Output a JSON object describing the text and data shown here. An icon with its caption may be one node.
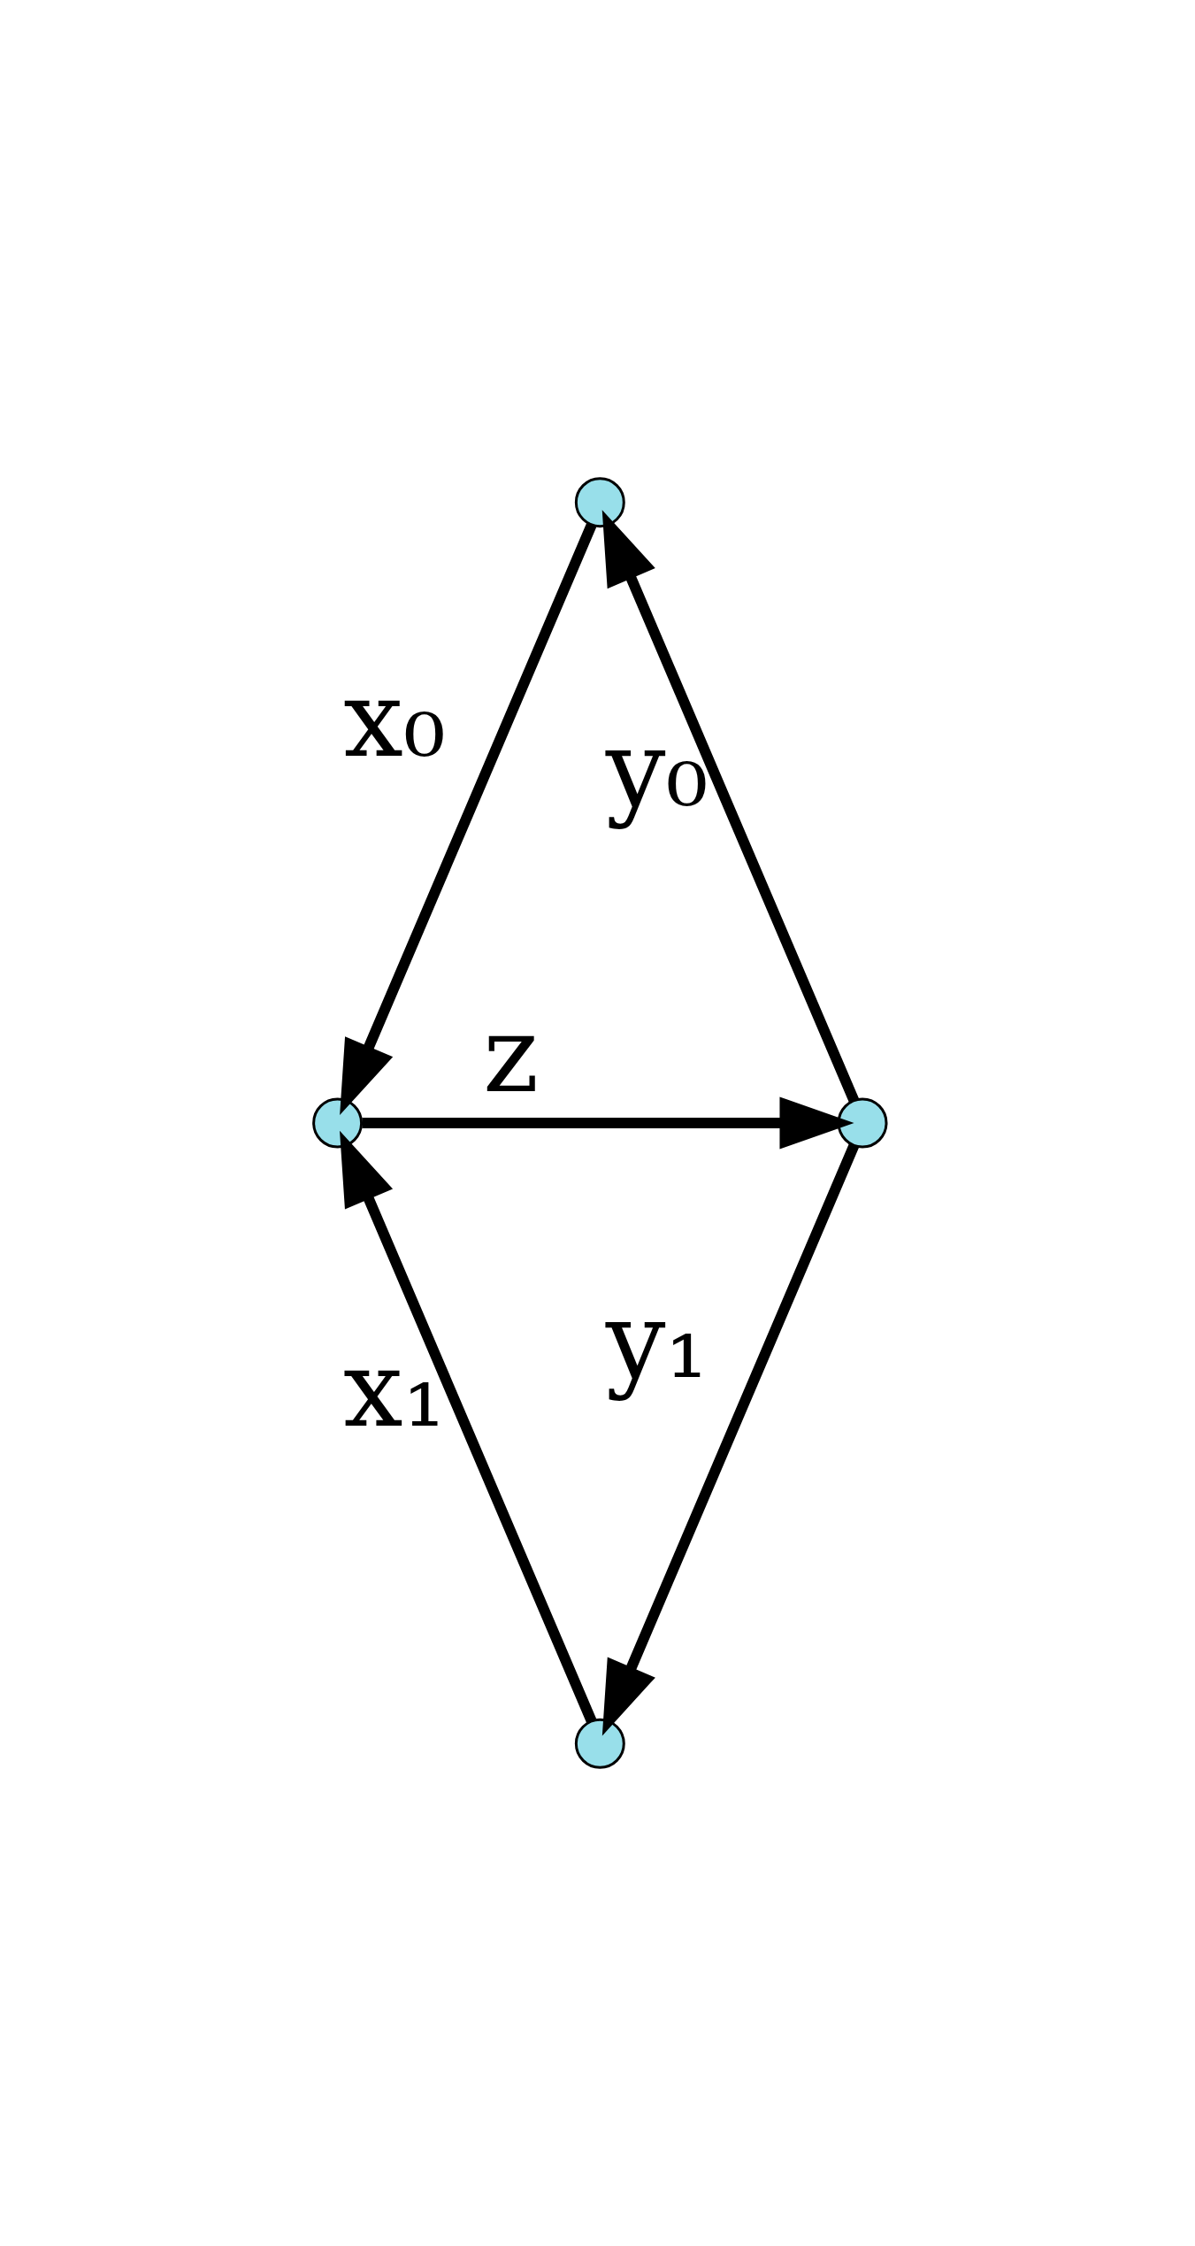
{
  "diagram": {
    "nodes": [
      {
        "text": [],
        "shape": "point"
      },
      {
        "text": [],
        "shape": "point"
      },
      {
        "text": [],
        "shape": "point"
      },
      {
        "text": [],
        "shape": "point"
      }
    ],
    "edges": [
      {
        "from": 0,
        "to": 1,
        "arrow": "to",
        "label": "x₀"
      },
      {
        "from": 2,
        "to": 0,
        "arrow": "to",
        "label": "y₀"
      },
      {
        "from": 1,
        "to": 2,
        "arrow": "to",
        "label": "z"
      },
      {
        "from": 3,
        "to": 1,
        "arrow": "to",
        "label": "x₁"
      },
      {
        "from": 2,
        "to": 3,
        "arrow": "to",
        "label": "y₁"
      }
    ]
  }
}
